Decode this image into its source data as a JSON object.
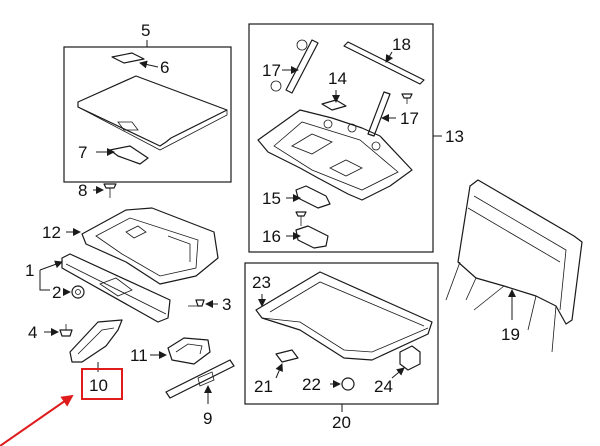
{
  "callouts": {
    "c1": "1",
    "c2": "2",
    "c3": "3",
    "c4": "4",
    "c5": "5",
    "c6": "6",
    "c7": "7",
    "c8": "8",
    "c9": "9",
    "c10": "10",
    "c11": "11",
    "c12": "12",
    "c13": "13",
    "c14": "14",
    "c15": "15",
    "c16": "16",
    "c17a": "17",
    "c17b": "17",
    "c18": "18",
    "c19": "19",
    "c20": "20",
    "c21": "21",
    "c22": "22",
    "c23": "23",
    "c24": "24"
  },
  "colors": {
    "highlight": "#e01b1b",
    "line": "#1a1a1a",
    "background": "#ffffff"
  },
  "icons": {
    "pointer": "red-arrow-icon"
  }
}
